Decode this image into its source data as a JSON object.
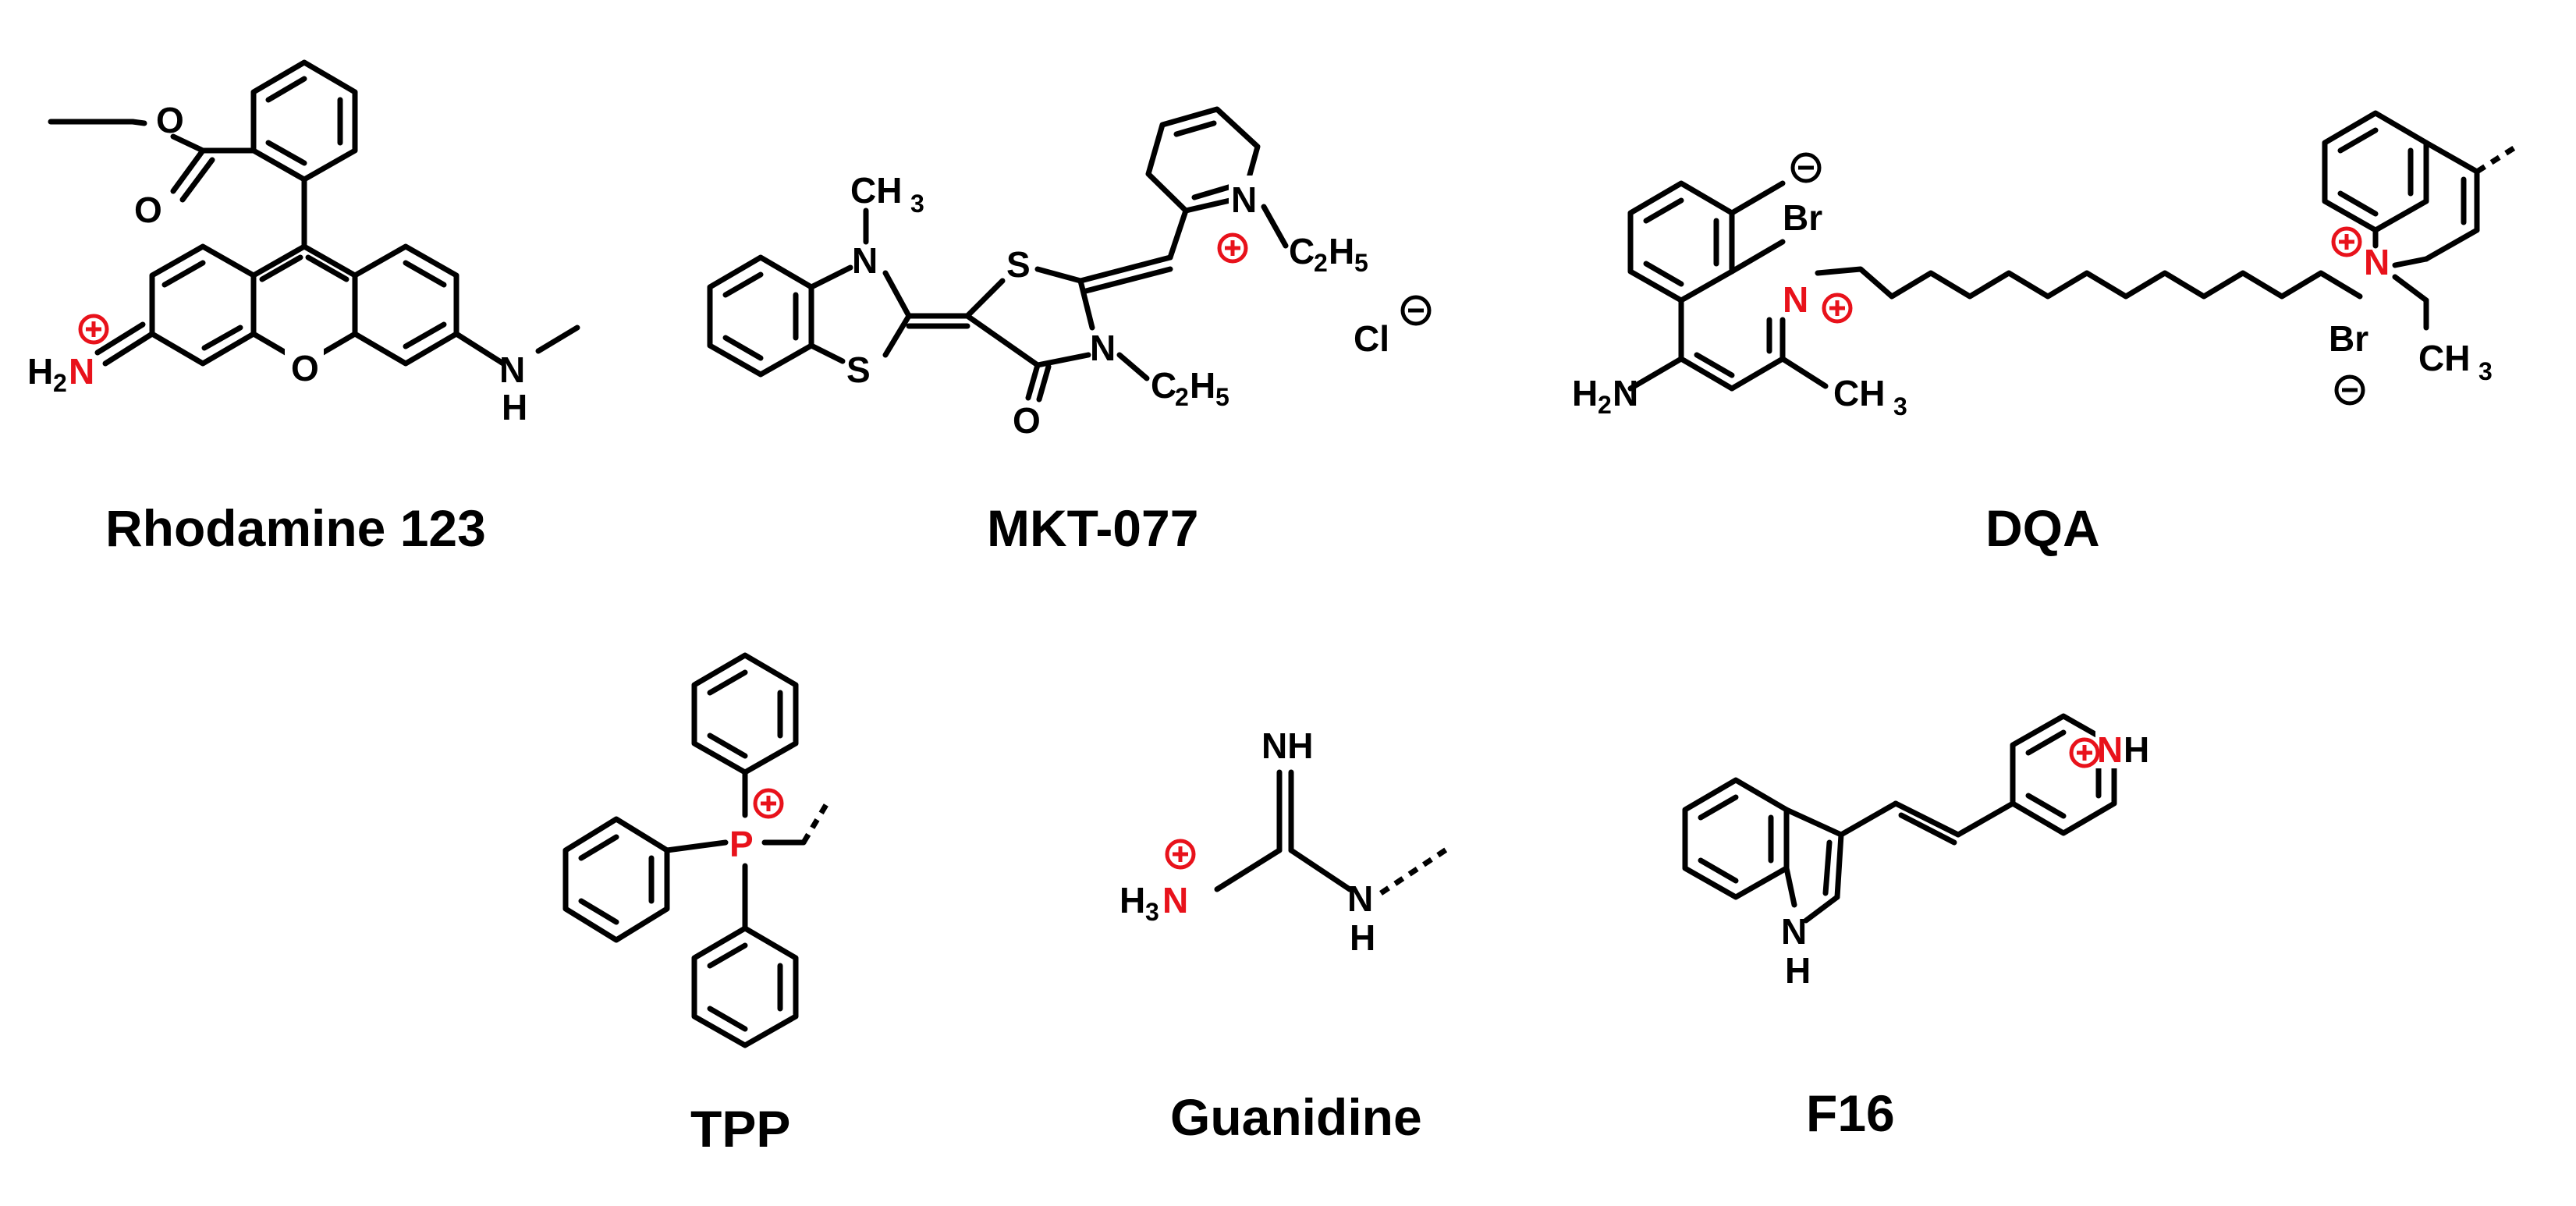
{
  "compounds": [
    {
      "name": "Rhodamine 123"
    },
    {
      "name": "MKT-077"
    },
    {
      "name": "DQA"
    },
    {
      "name": "TPP"
    },
    {
      "name": "Guanidine"
    },
    {
      "name": "F16"
    }
  ],
  "labels": {
    "O": "O",
    "N": "N",
    "H": "H",
    "S": "S",
    "P": "P",
    "Br": "Br",
    "Cl": "Cl",
    "NH": "NH",
    "CH3": "CH",
    "C": "C",
    "H2": "H",
    "sub2": "2",
    "sub3": "3",
    "sub5": "5"
  },
  "colors": {
    "charge": "#e8121b",
    "bonds": "#000000",
    "background": "#ffffff"
  }
}
